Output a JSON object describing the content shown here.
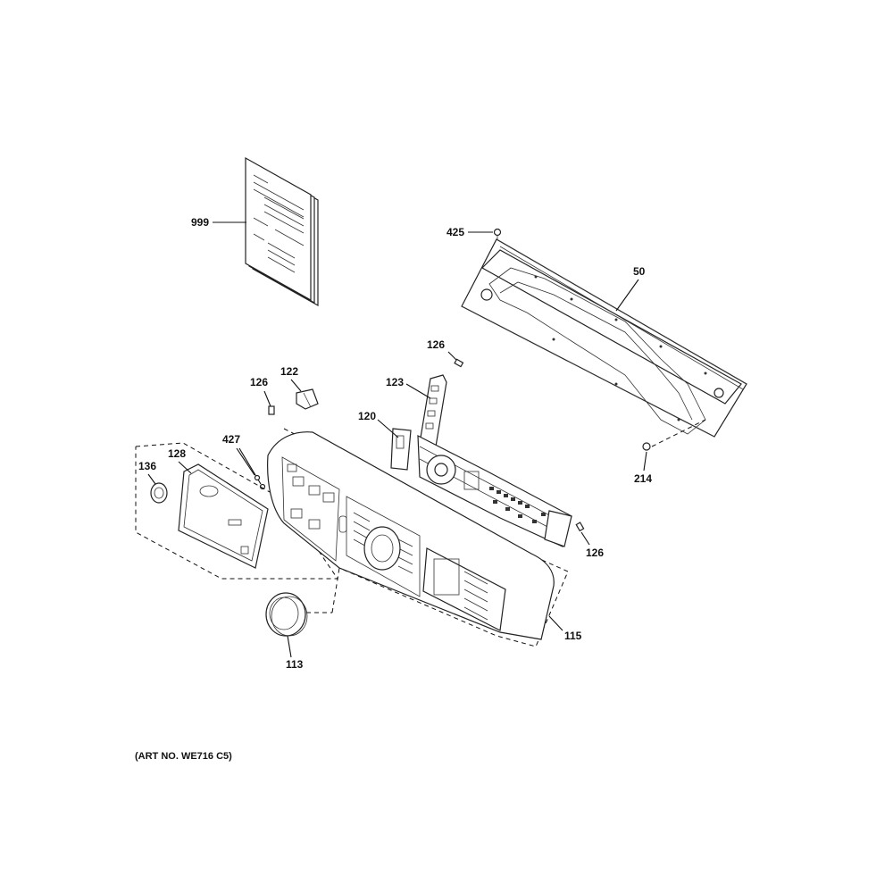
{
  "diagram": {
    "art_number": "(ART NO. WE716 C5)",
    "callouts": {
      "c999": "999",
      "c425": "425",
      "c50": "50",
      "c126a": "126",
      "c126b": "126",
      "c126c": "126",
      "c122": "122",
      "c123": "123",
      "c120": "120",
      "c427": "427",
      "c128": "128",
      "c136": "136",
      "c214": "214",
      "c115": "115",
      "c113": "113"
    }
  }
}
